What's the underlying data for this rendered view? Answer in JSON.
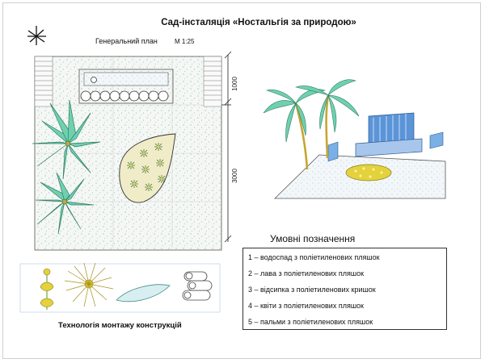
{
  "title": "Сад-інсталяція «Ностальгія за природою»",
  "plan": {
    "label": "Генеральний план",
    "scale": "М 1:25",
    "dimensions": [
      "1000",
      "3000"
    ]
  },
  "legend": {
    "title": "Умовні позначення",
    "items": [
      "1 – водоспад з поліетиленових пляшок",
      "2 – лава з поліетиленових пляшок",
      "3 – відсипка з поліетиленових кришок",
      "4 – квіти з поліетиленових пляшок",
      "5 – пальми з поліетиленових пляшок"
    ]
  },
  "technology": {
    "title": "Технологія монтажу конструкцій"
  },
  "colors": {
    "palm": "#6fd0b0",
    "water": "#4a8fd8",
    "flowers": "#e3d23b",
    "trunk": "#c7a532",
    "gravel": "#f3f6f3"
  }
}
